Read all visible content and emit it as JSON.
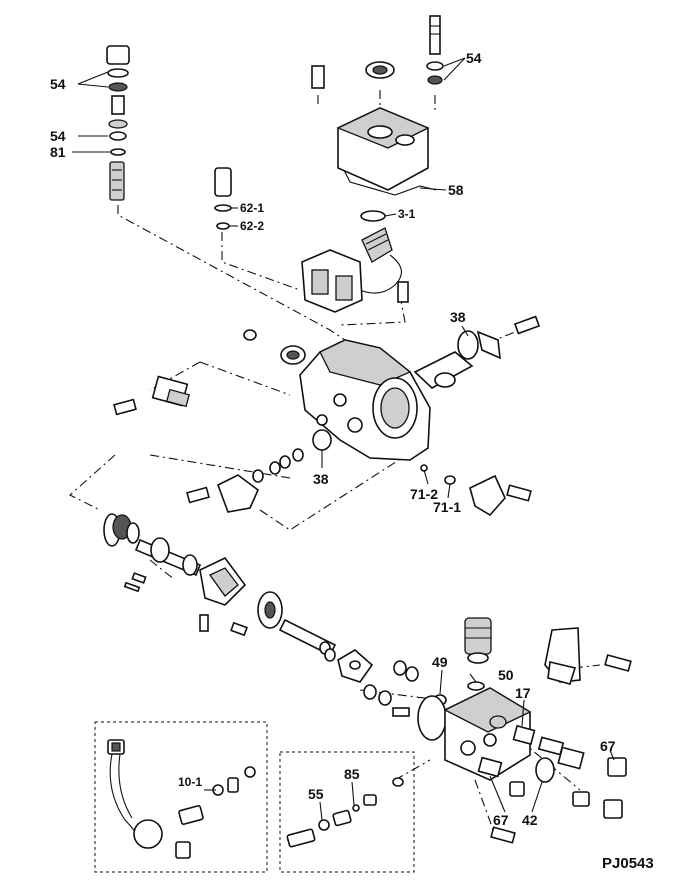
{
  "diagram": {
    "drawing_code": "PJ0543",
    "callouts": [
      {
        "id": "c54a",
        "text": "54"
      },
      {
        "id": "c54b",
        "text": "54"
      },
      {
        "id": "c54c",
        "text": "54"
      },
      {
        "id": "c81",
        "text": "81"
      },
      {
        "id": "c58",
        "text": "58"
      },
      {
        "id": "c3-1",
        "text": "3-1"
      },
      {
        "id": "c62-1",
        "text": "62-1"
      },
      {
        "id": "c62-2",
        "text": "62-2"
      },
      {
        "id": "c38a",
        "text": "38"
      },
      {
        "id": "c38b",
        "text": "38"
      },
      {
        "id": "c71-2",
        "text": "71-2"
      },
      {
        "id": "c71-1",
        "text": "71-1"
      },
      {
        "id": "c49",
        "text": "49"
      },
      {
        "id": "c50",
        "text": "50"
      },
      {
        "id": "c17",
        "text": "17"
      },
      {
        "id": "c67a",
        "text": "67"
      },
      {
        "id": "c67b",
        "text": "67"
      },
      {
        "id": "c42",
        "text": "42"
      },
      {
        "id": "c10-1",
        "text": "10-1"
      },
      {
        "id": "c55",
        "text": "55"
      },
      {
        "id": "c85",
        "text": "85"
      }
    ]
  }
}
